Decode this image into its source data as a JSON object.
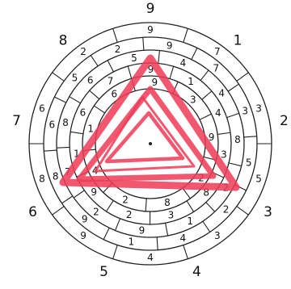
{
  "diagram": {
    "outer_labels": [
      "9",
      "1",
      "2",
      "3",
      "4",
      "5",
      "6",
      "7",
      "8"
    ],
    "rings": [
      {
        "values": [
          "9",
          "7",
          "3",
          "5",
          "3",
          "4",
          "9",
          "8",
          "6",
          "2"
        ]
      },
      {
        "values": [
          "9",
          "7",
          "3",
          "5",
          "2",
          "4",
          "1",
          "9",
          "8",
          "6",
          "5",
          "2"
        ]
      },
      {
        "values": [
          "4",
          "4",
          "8",
          "2",
          "1",
          "9",
          "2",
          "7",
          "8",
          "6",
          "5"
        ]
      },
      {
        "values": [
          "1",
          "4",
          "3",
          "8",
          "3",
          "2",
          "9",
          "1",
          "6",
          "7",
          "9"
        ]
      },
      {
        "values": [
          "3",
          "9",
          "2",
          "8",
          "2",
          "4",
          "1",
          "6",
          "9"
        ]
      }
    ],
    "colors": {
      "triangle": "#ee3b57",
      "ink": "#222222"
    }
  }
}
